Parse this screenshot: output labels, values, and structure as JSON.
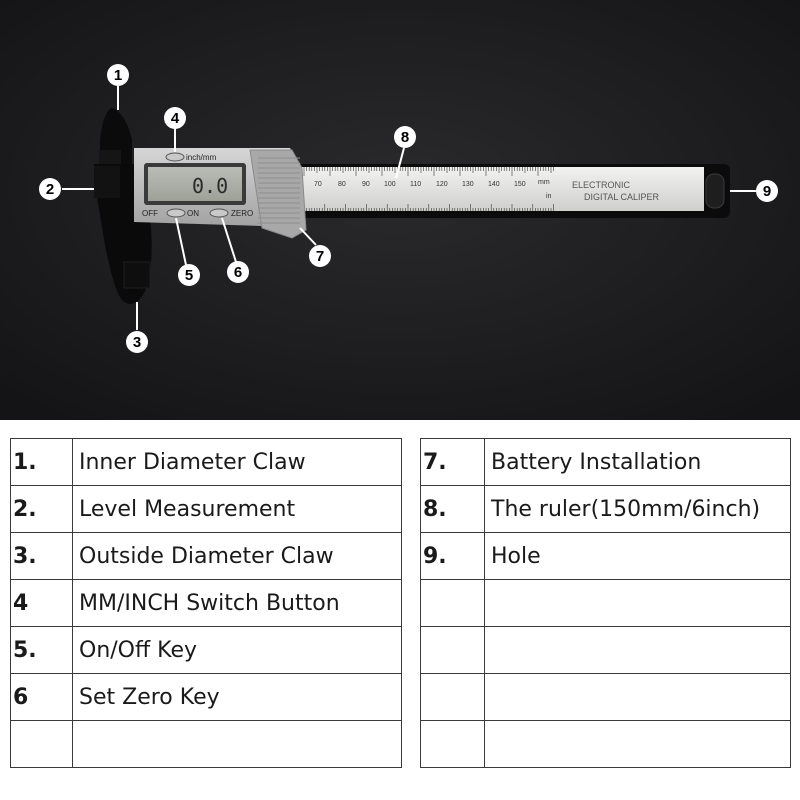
{
  "caliper": {
    "display_value": "0.0",
    "unit_label": "inch/mm",
    "off_label": "OFF",
    "on_label": "ON",
    "zero_label": "ZERO",
    "brand_line1": "ELECTRONIC",
    "brand_line2": "DIGITAL CALIPER",
    "mm_label": "mm",
    "in_label": "in",
    "scale_labels": [
      "70",
      "80",
      "90",
      "100",
      "110",
      "120",
      "130",
      "140",
      "150"
    ]
  },
  "callouts": [
    "1",
    "2",
    "3",
    "4",
    "5",
    "6",
    "7",
    "8",
    "9"
  ],
  "legend_left": [
    {
      "num": "1.",
      "label": "Inner Diameter Claw"
    },
    {
      "num": "2.",
      "label": "Level Measurement"
    },
    {
      "num": "3.",
      "label": "Outside Diameter Claw"
    },
    {
      "num": "4",
      "label": "MM/INCH Switch Button"
    },
    {
      "num": "5.",
      "label": "On/Off Key"
    },
    {
      "num": "6",
      "label": "Set Zero Key"
    },
    {
      "num": "",
      "label": ""
    }
  ],
  "legend_right": [
    {
      "num": "7.",
      "label": "Battery Installation"
    },
    {
      "num": "8.",
      "label": "The ruler(150mm/6inch)"
    },
    {
      "num": "9.",
      "label": "Hole"
    },
    {
      "num": "",
      "label": ""
    },
    {
      "num": "",
      "label": ""
    },
    {
      "num": "",
      "label": ""
    },
    {
      "num": "",
      "label": ""
    }
  ],
  "colors": {
    "background": "#1c1c1e",
    "ruler": "#e4e4e2",
    "body": "#b9b9b9",
    "jaw": "#0a0a0a"
  }
}
